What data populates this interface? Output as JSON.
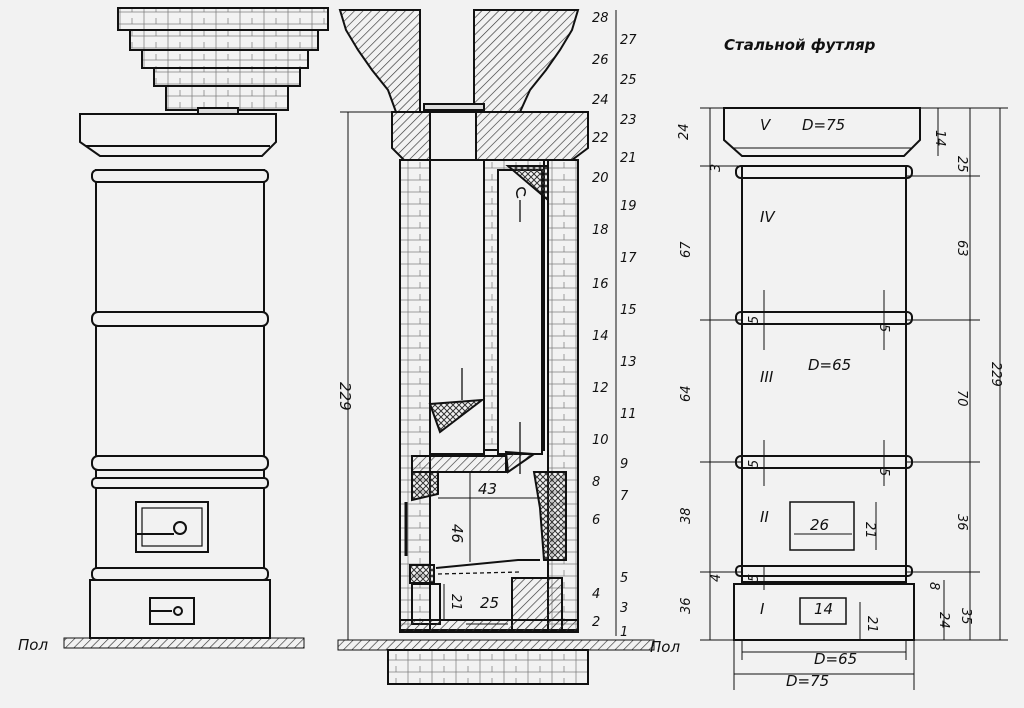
{
  "labels": {
    "title": "Стальной футляр",
    "floor_left": "Пол",
    "floor_mid": "Пол"
  },
  "section": {
    "height": "229",
    "firebox_width": "43",
    "firebox_height": "46",
    "ash_height": "21",
    "ash_width": "25",
    "row_numbers": [
      "28",
      "27",
      "26",
      "25",
      "24",
      "23",
      "22",
      "21",
      "20",
      "19",
      "18",
      "17",
      "16",
      "15",
      "14",
      "13",
      "12",
      "11",
      "10",
      "9",
      "8",
      "7",
      "6",
      "5",
      "4",
      "3",
      "2",
      "1"
    ]
  },
  "casing": {
    "sections": [
      "V",
      "IV",
      "III",
      "II",
      "I"
    ],
    "d_top": "D=75",
    "d_mid": "D=65",
    "d_bot1": "D=65",
    "d_bot2": "D=75",
    "left_dims": [
      "24",
      "3",
      "67",
      "64",
      "38",
      "4",
      "36"
    ],
    "right_dims": [
      "14",
      "25",
      "63",
      "70",
      "36",
      "8",
      "24",
      "35"
    ],
    "total": "229",
    "ring_marks": [
      "5",
      "5",
      "5",
      "5",
      "5"
    ],
    "door_w": "26",
    "door_h": "21",
    "ash_w": "14",
    "ash_h": "21"
  }
}
